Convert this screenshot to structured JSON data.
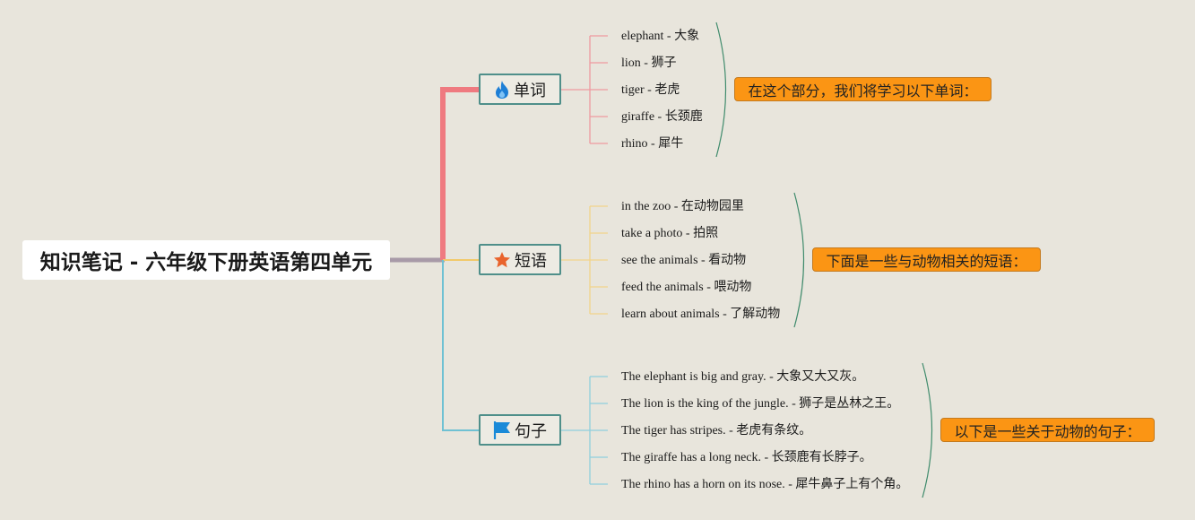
{
  "root": {
    "title": "知识笔记 - 六年级下册英语第四单元"
  },
  "branches": [
    {
      "label": "单词",
      "icon": "fire-icon",
      "color": "#ef7a80",
      "items": [
        "elephant - 大象",
        "lion - 狮子",
        "tiger - 老虎",
        "giraffe - 长颈鹿",
        "rhino - 犀牛"
      ],
      "summary": "在这个部分，我们将学习以下单词："
    },
    {
      "label": "短语",
      "icon": "star-icon",
      "color": "#f2c96a",
      "items": [
        "in the zoo - 在动物园里",
        "take a photo - 拍照",
        "see the animals - 看动物",
        "feed the animals - 喂动物",
        "learn about animals - 了解动物"
      ],
      "summary": "下面是一些与动物相关的短语："
    },
    {
      "label": "句子",
      "icon": "flag-icon",
      "color": "#6fc1d3",
      "items": [
        "The elephant is big and gray. - 大象又大又灰。",
        "The lion is the king of the jungle. - 狮子是丛林之王。",
        "The tiger has stripes. - 老虎有条纹。",
        "The giraffe has a long neck. - 长颈鹿有长脖子。",
        "The rhino has a horn on its nose. - 犀牛鼻子上有个角。"
      ],
      "summary": "以下是一些关于动物的句子："
    }
  ],
  "colors": {
    "background": "#e8e5dc",
    "branch_border": "#4f8f8a",
    "summary_fill": "#fb9514",
    "bracket": "#3f8b6c"
  }
}
